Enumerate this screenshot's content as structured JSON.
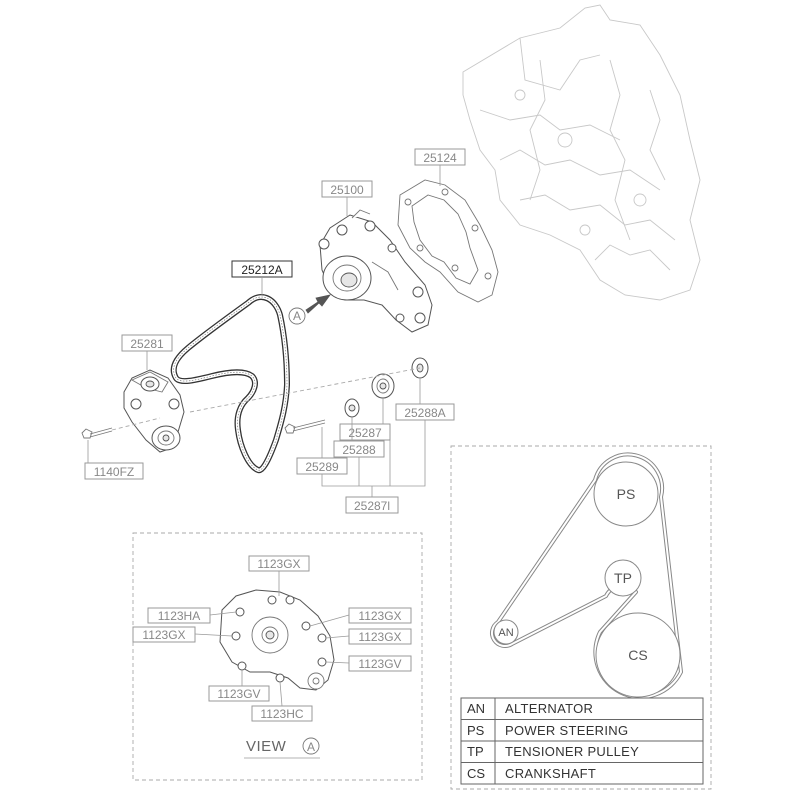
{
  "labels": {
    "p25124": "25124",
    "p25100": "25100",
    "p25212A": "25212A",
    "p25281": "25281",
    "p1140FZ": "1140FZ",
    "p25288A": "25288A",
    "p25287": "25287",
    "p25288": "25288",
    "p25289": "25289",
    "p25287l": "25287l",
    "arrow_ref": "A"
  },
  "view_a": {
    "title": "VIEW",
    "ref": "A",
    "callouts": {
      "top": "1123GX",
      "left_upper": "1123HA",
      "left_lower": "1123GX",
      "right_upper": "1123GX",
      "right_mid": "1123GX",
      "right_lower": "1123GV",
      "bottom_left": "1123GV",
      "bottom_right": "1123HC"
    }
  },
  "belt_routing": {
    "pulleys": {
      "ps": "PS",
      "tp": "TP",
      "cs": "CS",
      "an": "AN"
    },
    "legend": [
      {
        "code": "AN",
        "desc": "ALTERNATOR"
      },
      {
        "code": "PS",
        "desc": "POWER STEERING"
      },
      {
        "code": "TP",
        "desc": "TENSIONER PULLEY"
      },
      {
        "code": "CS",
        "desc": "CRANKSHAFT"
      }
    ]
  }
}
